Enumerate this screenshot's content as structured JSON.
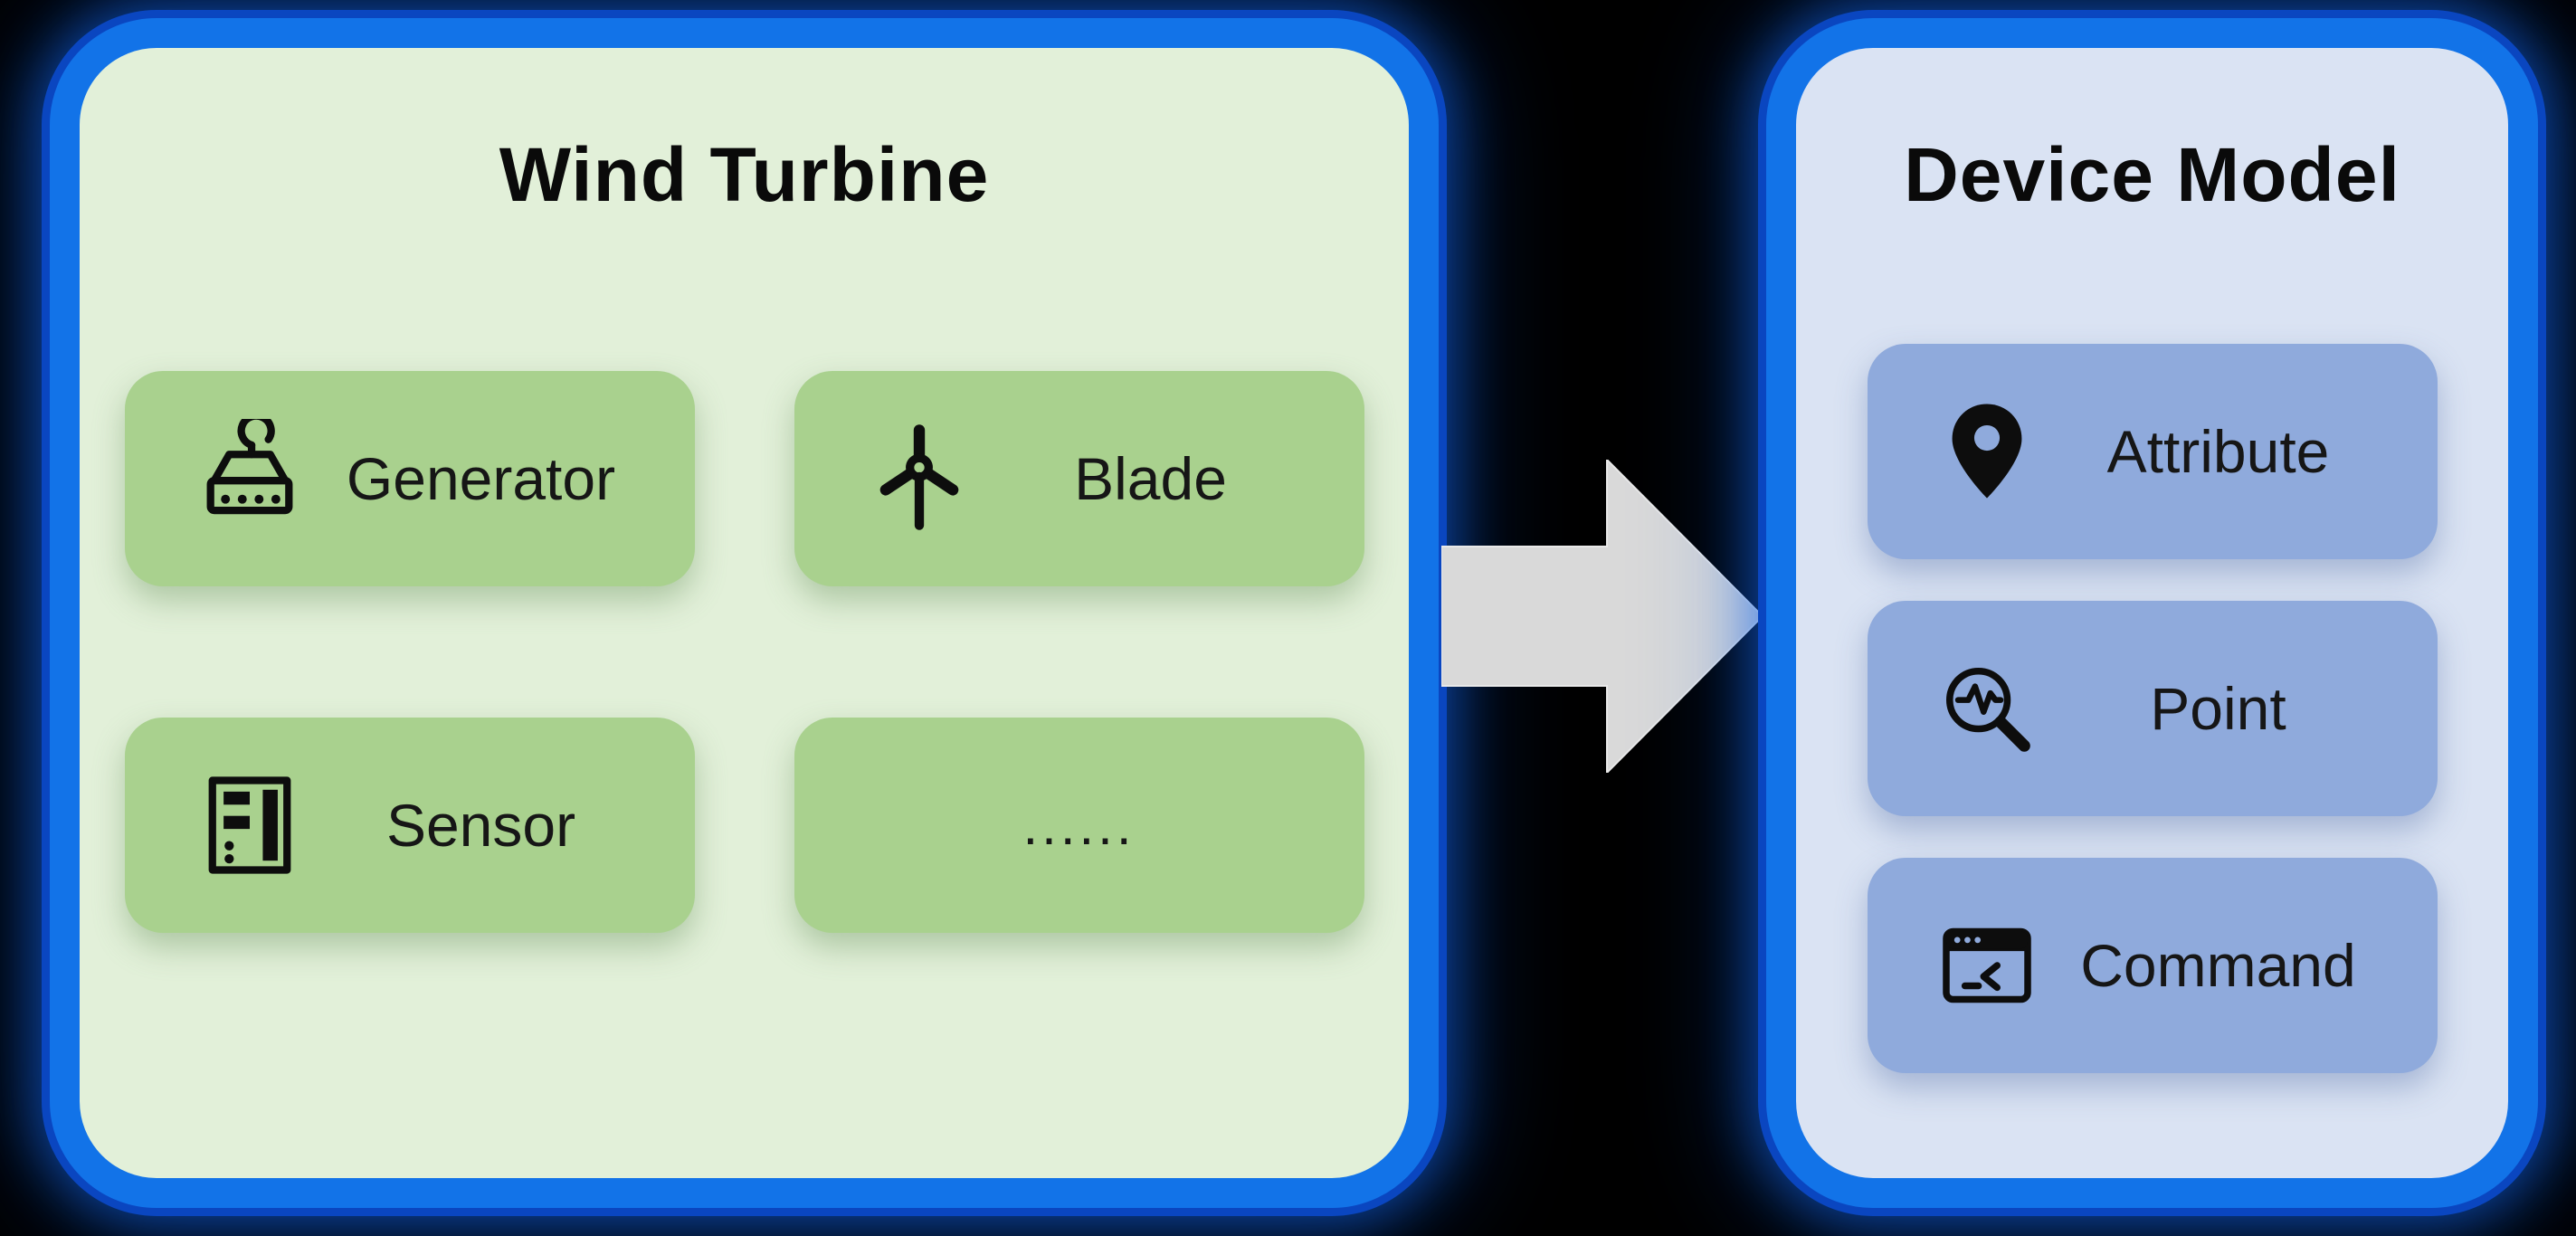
{
  "left_panel": {
    "title": "Wind Turbine",
    "items": [
      {
        "label": "Generator",
        "icon": "generator-icon"
      },
      {
        "label": "Blade",
        "icon": "wind-turbine-icon"
      },
      {
        "label": "Sensor",
        "icon": "sensor-icon"
      },
      {
        "label": "......",
        "icon": ""
      }
    ],
    "colors": {
      "fill": "#e2f0d9",
      "chip": "#a9d18e",
      "border": "#1273e8"
    }
  },
  "right_panel": {
    "title": "Device Model",
    "items": [
      {
        "label": "Attribute",
        "icon": "location-pin-icon"
      },
      {
        "label": "Point",
        "icon": "magnifier-pulse-icon"
      },
      {
        "label": "Command",
        "icon": "terminal-icon"
      }
    ],
    "colors": {
      "fill": "#dae3f3",
      "chip": "#8faadc",
      "border": "#1273e8"
    }
  },
  "arrow": {
    "direction": "right",
    "color": "#d9d9d9"
  },
  "background_color": "#000000"
}
